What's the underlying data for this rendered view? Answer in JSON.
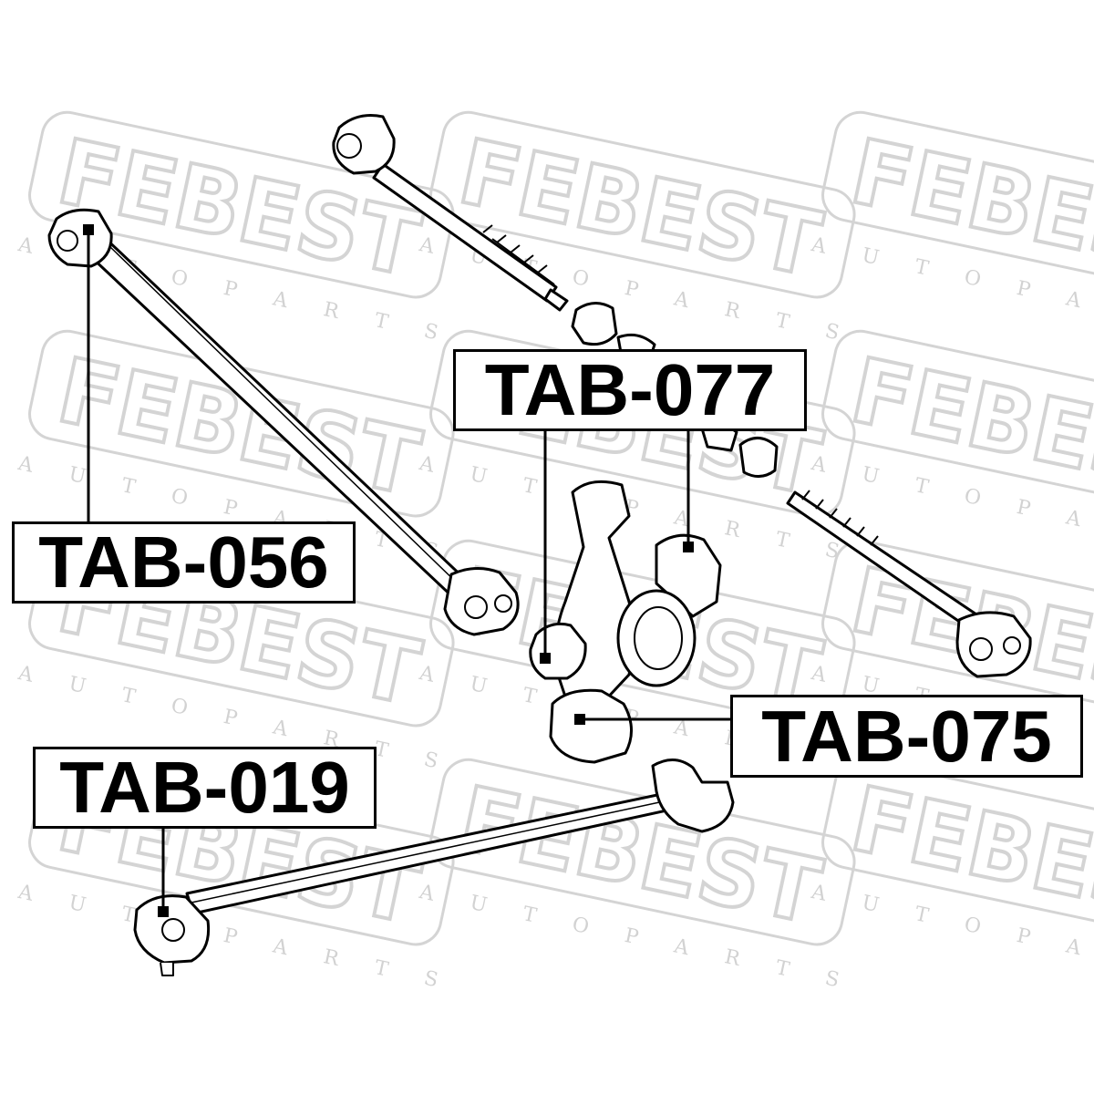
{
  "watermark": {
    "brand": "FEBEST",
    "tagline": "AUTO PARTS",
    "color": "#d4d4d4"
  },
  "labels": {
    "tab056": "TAB-056",
    "tab077": "TAB-077",
    "tab075": "TAB-075",
    "tab019": "TAB-019"
  },
  "colors": {
    "line": "#000000",
    "background": "#ffffff"
  }
}
